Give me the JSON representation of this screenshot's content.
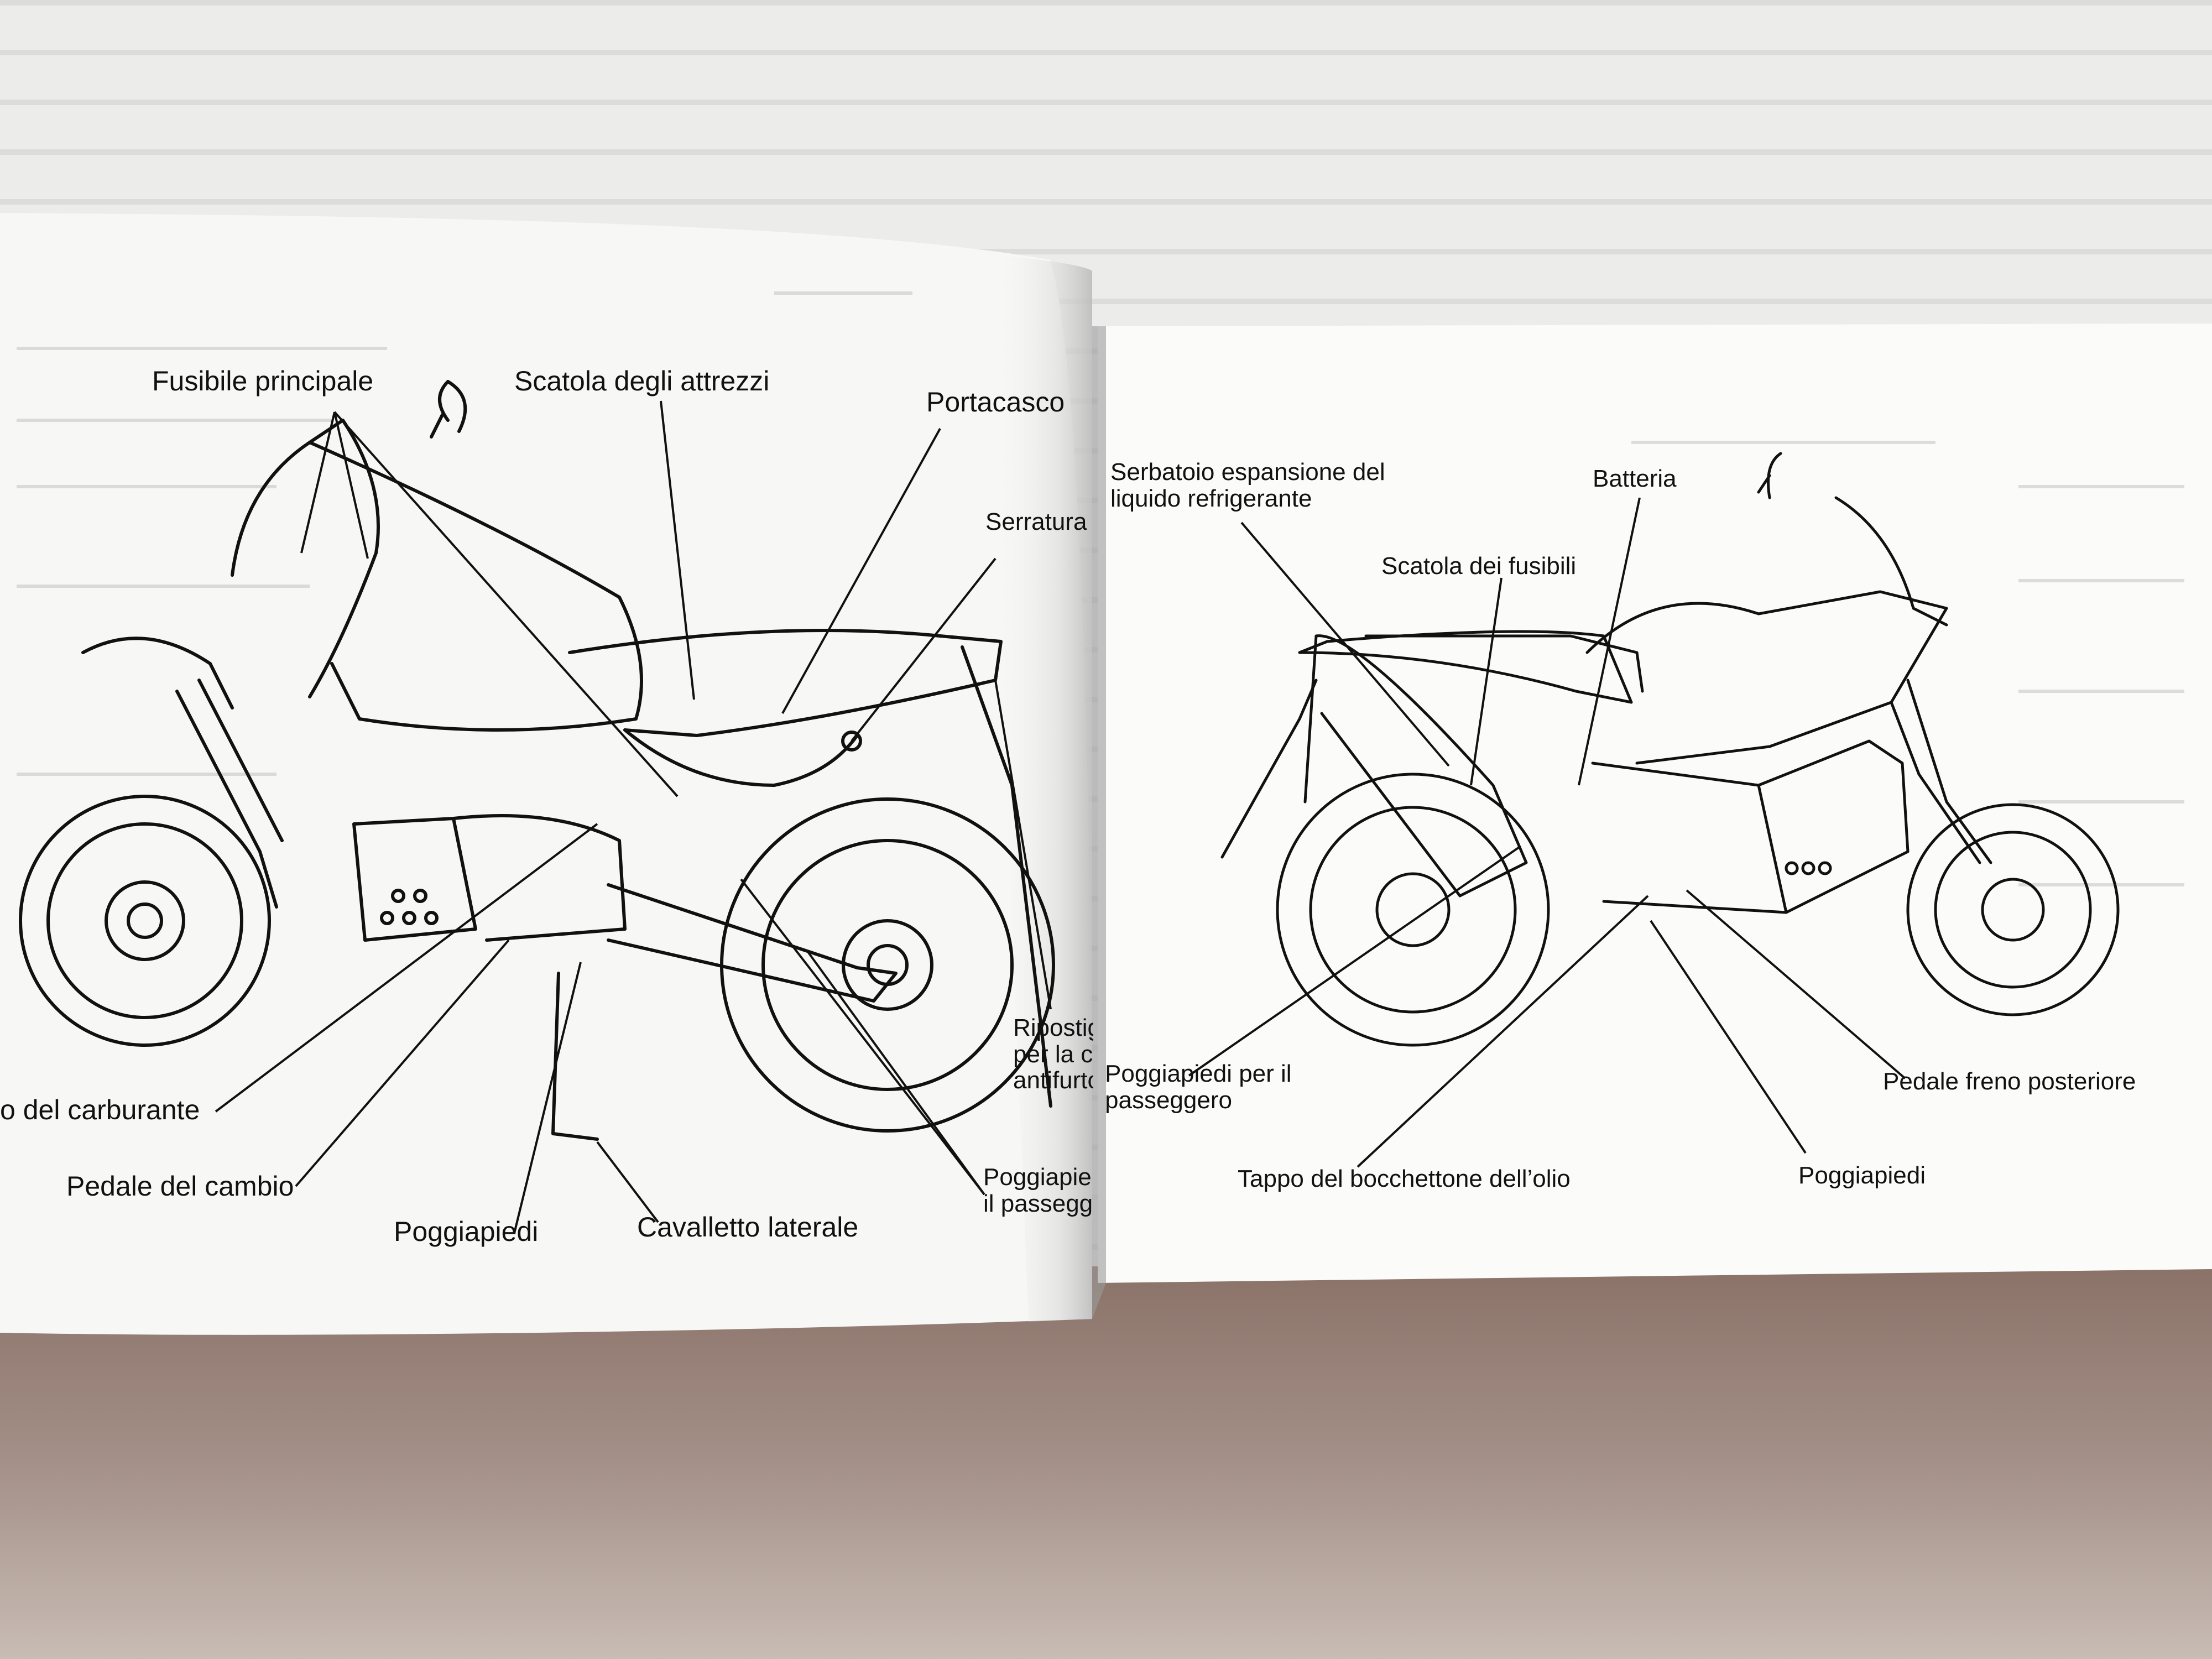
{
  "left_page": {
    "labels": {
      "fusibile_principale": "Fusibile principale",
      "scatola_attrezzi": "Scatola degli attrezzi",
      "portacasco": "Portacasco",
      "serratura_sella": "Serratura sel",
      "ripostiglio": "Ripostiglio\nper la cate\nantifurto a",
      "tappo_carburante": "o del carburante",
      "pedale_cambio": "Pedale del cambio",
      "poggiapiedi": "Poggiapiedi",
      "cavalletto_laterale": "Cavalletto laterale",
      "poggiapiedi_passeggero": "Poggiapiedi p\nil passegger"
    }
  },
  "right_page": {
    "labels": {
      "serbatoio_espansione": "Serbatoio espansione del\nliquido refrigerante",
      "batteria": "Batteria",
      "scatola_fusibili": "Scatola dei fusibili",
      "poggiapiedi_passeggero": "Poggiapiedi per il\npasseggero",
      "pedale_freno": "Pedale freno posteriore",
      "tappo_olio": "Tappo del bocchettone dell’olio",
      "poggiapiedi": "Poggiapiedi"
    }
  }
}
